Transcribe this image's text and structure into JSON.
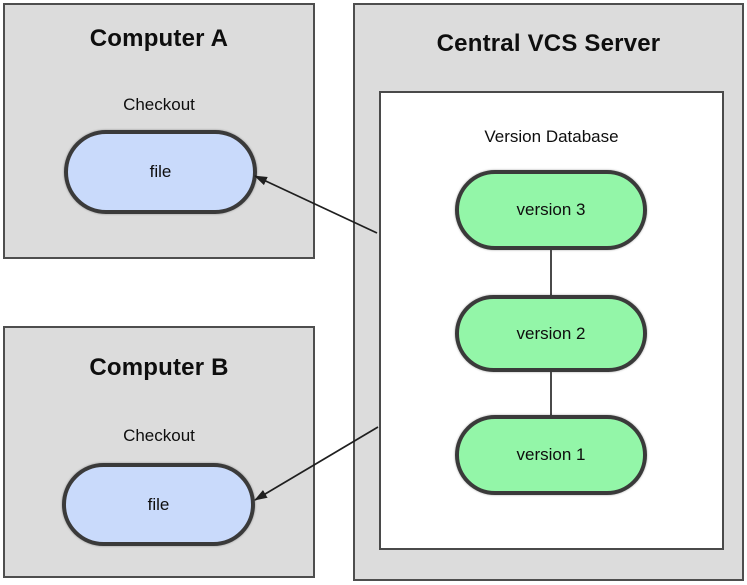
{
  "colors": {
    "box_fill": "#dcdcdc",
    "box_border": "#4e4e4e",
    "inner_fill": "#ffffff",
    "inner_border": "#4a4a4a",
    "file_fill": "#c9dafb",
    "version_fill": "#93f6a8",
    "node_border": "#3a3a3a",
    "arrow_color": "#1f1f1f",
    "text_color": "#0e0e0e"
  },
  "computer_a": {
    "title": "Computer A",
    "action_label": "Checkout",
    "file_label": "file"
  },
  "computer_b": {
    "title": "Computer B",
    "action_label": "Checkout",
    "file_label": "file"
  },
  "server": {
    "title": "Central VCS Server",
    "database_title": "Version Database",
    "versions": [
      "version 3",
      "version 2",
      "version 1"
    ]
  },
  "edges": [
    {
      "from": "version-database",
      "to": "computer-a-file-node",
      "type": "checkout-arrow"
    },
    {
      "from": "version-database",
      "to": "computer-b-file-node",
      "type": "checkout-arrow"
    }
  ]
}
